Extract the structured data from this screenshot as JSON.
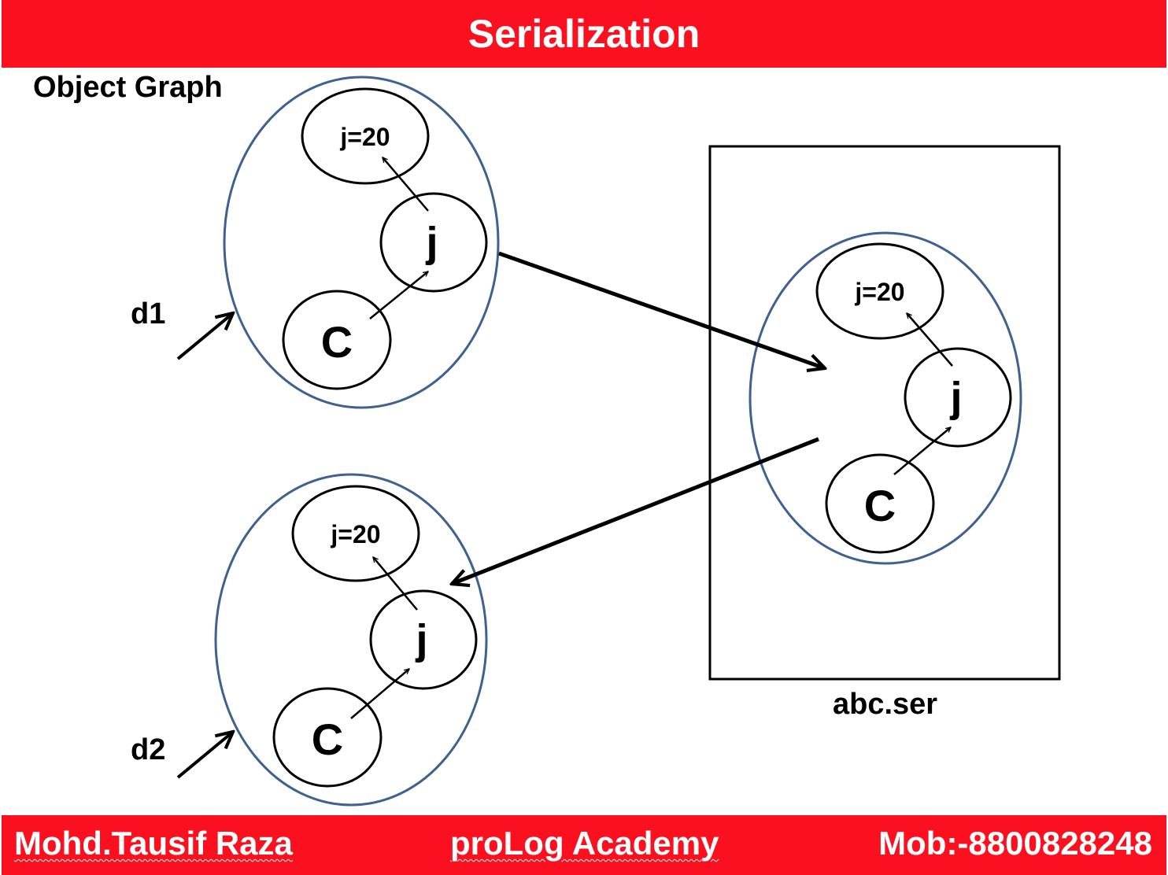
{
  "header": {
    "title": "Serialization"
  },
  "labels": {
    "object_graph": "Object Graph",
    "d1": "d1",
    "d2": "d2",
    "file": "abc.ser"
  },
  "graph_nodes": {
    "value_node": "j=20",
    "ref_node": "j",
    "class_node": "C"
  },
  "footer": {
    "author": "Mohd.Tausif Raza",
    "academy": "proLog Academy",
    "mobile": "Mob:-8800828248"
  },
  "colors": {
    "banner": "#fb1020",
    "group_outline": "#3f6190",
    "node_outline": "#000000"
  }
}
